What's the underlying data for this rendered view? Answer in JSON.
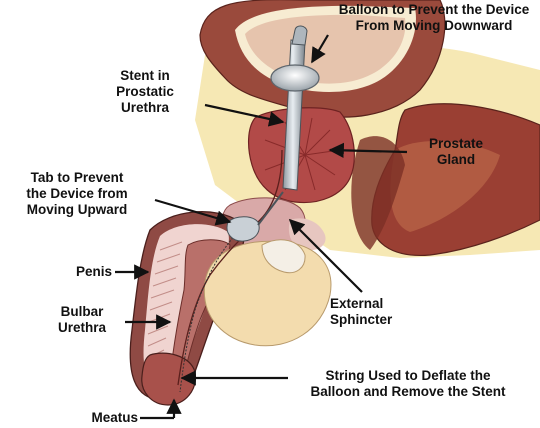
{
  "labels": {
    "balloon": [
      "Balloon to Prevent the Device",
      "From Moving Downward"
    ],
    "stent": [
      "Stent in",
      "Prostatic",
      "Urethra"
    ],
    "prostate": [
      "Prostate",
      "Gland"
    ],
    "tab": [
      "Tab to Prevent",
      "the Device from",
      "Moving Upward"
    ],
    "penis": [
      "Penis"
    ],
    "bulbar": [
      "Bulbar",
      "Urethra"
    ],
    "sphincter": [
      "External",
      "Sphincter"
    ],
    "string": [
      "String Used to Deflate the",
      "Balloon and Remove the Stent"
    ],
    "meatus": [
      "Meatus"
    ]
  },
  "colors": {
    "skin": "#f3dcae",
    "pelvis_fill": "#f6e8b4",
    "bladder": "#9a4a3c",
    "bladder_dark": "#6e2d24",
    "prostate": "#b24a48",
    "muscle": "#a85a55",
    "erectile_light": "#f0d4d0",
    "stent": "#c9d0d6",
    "arrow": "#111111"
  }
}
